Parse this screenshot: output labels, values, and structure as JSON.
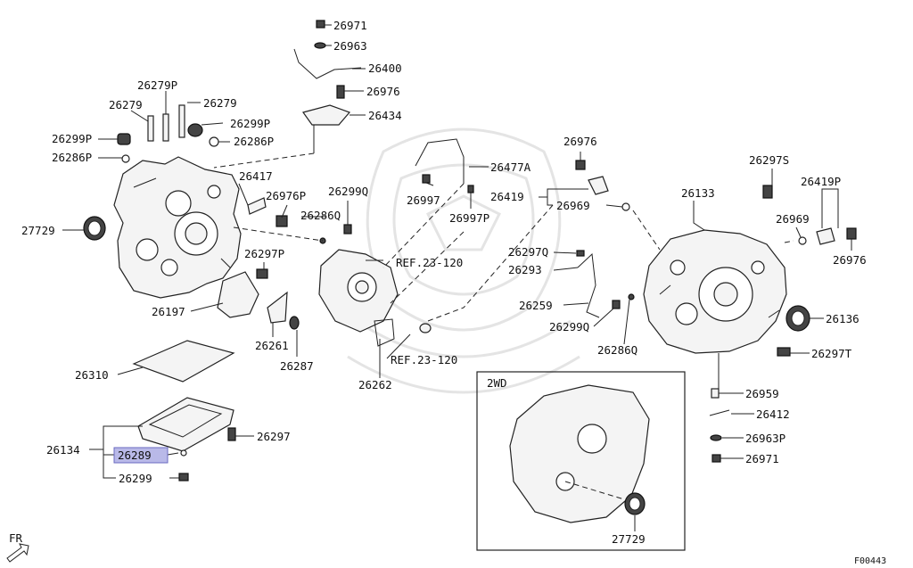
{
  "labels": {
    "p26971_top": "26971",
    "p26963": "26963",
    "p26400": "26400",
    "p26976_top": "26976",
    "p26434": "26434",
    "p26279P": "26279P",
    "p26279_a": "26279",
    "p26279_b": "26279",
    "p26299P_right": "26299P",
    "p26299P_left": "26299P",
    "p26286P_right": "26286P",
    "p26286P_left": "26286P",
    "p26417": "26417",
    "p26976P": "26976P",
    "p26299Q_top": "26299Q",
    "p26286Q_top": "26286Q",
    "p27729_left": "27729",
    "p26297P": "26297P",
    "p26197": "26197",
    "p26261": "26261",
    "p26287": "26287",
    "p26310": "26310",
    "p26134": "26134",
    "p26289": "26289",
    "p26299": "26299",
    "p26297": "26297",
    "p26262": "26262",
    "ref1": "REF.23-120",
    "ref2": "REF.23-120",
    "p26477A": "26477A",
    "p26997": "26997",
    "p26997P": "26997P",
    "p26976_mid": "26976",
    "p26419": "26419",
    "p26969_mid": "26969",
    "p26297Q": "26297Q",
    "p26293": "26293",
    "p26259": "26259",
    "p26299Q_mid": "26299Q",
    "p26286Q_mid": "26286Q",
    "p26133": "26133",
    "p26297S": "26297S",
    "p26419P": "26419P",
    "p26969_right": "26969",
    "p26976_right": "26976",
    "p26136": "26136",
    "p26297T": "26297T",
    "p26959": "26959",
    "p26412": "26412",
    "p26963P": "26963P",
    "p26971_bottom": "26971",
    "box_2wd": "2WD",
    "p27729_box": "27729",
    "fr": "FR",
    "figure_code": "F00443"
  }
}
